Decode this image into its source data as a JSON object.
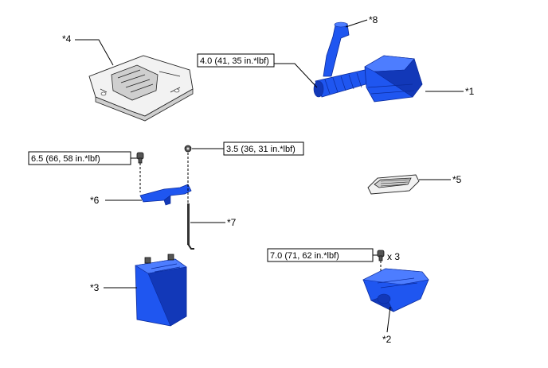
{
  "callouts": {
    "c1": "*1",
    "c2": "*2",
    "c3": "*3",
    "c4": "*4",
    "c5": "*5",
    "c6": "*6",
    "c7": "*7",
    "c8": "*8"
  },
  "torques": {
    "air_cleaner_clamp": "4.0 (41, 35 in.*lbf)",
    "bracket_bolt": "6.5 (66, 58 in.*lbf)",
    "clamp_nut": "3.5 (36, 31 in.*lbf)",
    "tray_bolts": "7.0 (71, 62 in.*lbf)"
  },
  "quantities": {
    "tray_bolts": "x 3"
  },
  "colors": {
    "part_blue": "#1f56f0",
    "cover_grey": "#f2f2f2"
  }
}
